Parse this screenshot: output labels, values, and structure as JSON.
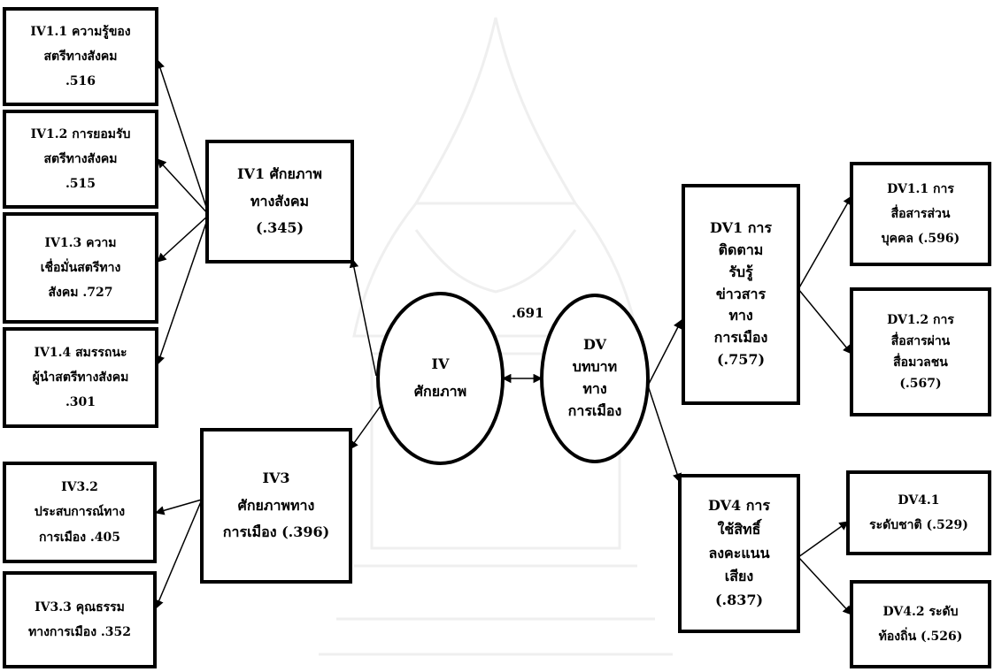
{
  "correlation": ".691",
  "nodes": [
    {
      "id": "iv11",
      "lines": [
        "IV1.1 ความรู้ของ",
        "สตรีทางสังคม",
        ".516"
      ]
    },
    {
      "id": "iv12",
      "lines": [
        "IV1.2 การยอมรับ",
        "สตรีทางสังคม",
        ".515"
      ]
    },
    {
      "id": "iv13",
      "lines": [
        "IV1.3 ความ",
        "เชื่อมั่นสตรีทาง",
        "สังคม .727"
      ]
    },
    {
      "id": "iv14",
      "lines": [
        "IV1.4 สมรรถนะ",
        "ผู้นำสตรีทางสังคม",
        ".301"
      ]
    },
    {
      "id": "iv32",
      "lines": [
        "IV3.2",
        "ประสบการณ์ทาง",
        "การเมือง .405"
      ]
    },
    {
      "id": "iv33",
      "lines": [
        "IV3.3 คุณธรรม",
        "ทางการเมือง .352"
      ]
    },
    {
      "id": "iv1",
      "lines": [
        "IV1 ศักยภาพ",
        "ทางสังคม",
        "(.345)"
      ]
    },
    {
      "id": "iv3",
      "lines": [
        "IV3",
        "ศักยภาพทาง",
        "การเมือง (.396)"
      ]
    },
    {
      "id": "iv",
      "lines": [
        "IV",
        "ศักยภาพ"
      ]
    },
    {
      "id": "dv",
      "lines": [
        "DV",
        "บทบาท",
        "ทาง",
        "การเมือง"
      ]
    },
    {
      "id": "dv1",
      "lines": [
        "DV1 การ",
        "ติดตาม",
        "รับรู้",
        "ข่าวสาร",
        "ทาง",
        "การเมือง",
        "(.757)"
      ]
    },
    {
      "id": "dv4",
      "lines": [
        "DV4 การ",
        "ใช้สิทธิ์",
        "ลงคะแนน",
        "เสียง",
        "(.837)"
      ]
    },
    {
      "id": "dv11",
      "lines": [
        "DV1.1 การ",
        "สื่อสารส่วน",
        "บุคคล (.596)"
      ]
    },
    {
      "id": "dv12",
      "lines": [
        "DV1.2 การ",
        "สื่อสารผ่าน",
        "สื่อมวลชน",
        "(.567)"
      ]
    },
    {
      "id": "dv41",
      "lines": [
        "DV4.1",
        "ระดับชาติ (.529)"
      ]
    },
    {
      "id": "dv42",
      "lines": [
        "DV4.2 ระดับ",
        "ท้องถิ่น (.526)"
      ]
    }
  ]
}
